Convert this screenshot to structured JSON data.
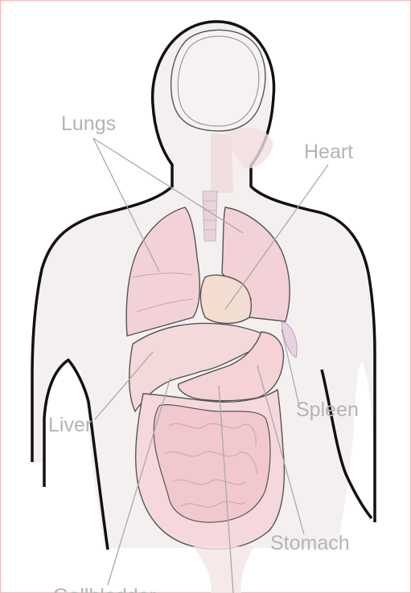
{
  "diagram": {
    "labels": {
      "lungs": "Lungs",
      "heart": "Heart",
      "liver": "Liver",
      "spleen": "Spleen",
      "stomach": "Stomach",
      "gallbladder": "Gallbladder"
    },
    "colors": {
      "outline": "#111111",
      "label_text": "#b4b4b4",
      "leader_line": "#a9a9a9",
      "lung_fill": "#f2d2d6",
      "heart_fill": "#f3ddd0",
      "liver_fill": "#f4d9db",
      "stomach_fill": "#f4d2d6",
      "intestine_fill": "#f5d3d8",
      "body_fill": "#f3eded",
      "frame_border": "#f3b8b8"
    }
  }
}
